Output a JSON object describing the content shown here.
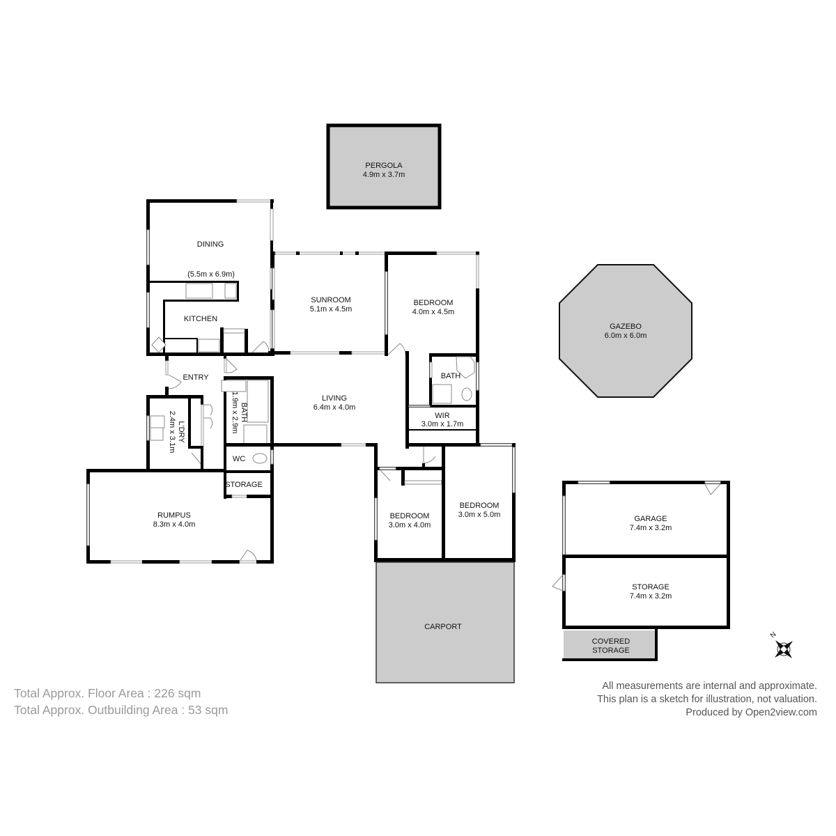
{
  "plan": {
    "rooms": [
      {
        "id": "pergola",
        "name": "PERGOLA",
        "dims": "4.9m x 3.7m"
      },
      {
        "id": "dining",
        "name": "DINING",
        "dims": "(5.5m x 6.9m)"
      },
      {
        "id": "kitchen",
        "name": "KITCHEN",
        "dims": ""
      },
      {
        "id": "sunroom",
        "name": "SUNROOM",
        "dims": "5.1m x 4.5m"
      },
      {
        "id": "bedroom1",
        "name": "BEDROOM",
        "dims": "4.0m x 4.5m"
      },
      {
        "id": "gazebo",
        "name": "GAZEBO",
        "dims": "6.0m x 6.0m"
      },
      {
        "id": "entry",
        "name": "ENTRY",
        "dims": ""
      },
      {
        "id": "bath1",
        "name": "BATH",
        "dims": "1.9m x 2.9m"
      },
      {
        "id": "laundry",
        "name": "L'DRY",
        "dims": "2.4m x 3.1m"
      },
      {
        "id": "living",
        "name": "LIVING",
        "dims": "6.4m x 4.0m"
      },
      {
        "id": "ensuite",
        "name": "BATH",
        "dims": ""
      },
      {
        "id": "wir",
        "name": "WIR",
        "dims": "3.0m x 1.7m"
      },
      {
        "id": "wc",
        "name": "WC",
        "dims": ""
      },
      {
        "id": "storage-small",
        "name": "STORAGE",
        "dims": ""
      },
      {
        "id": "rumpus",
        "name": "RUMPUS",
        "dims": "8.3m x 4.0m"
      },
      {
        "id": "bedroom2",
        "name": "BEDROOM",
        "dims": "3.0m x 4.0m"
      },
      {
        "id": "bedroom3",
        "name": "BEDROOM",
        "dims": "3.0m x 5.0m"
      },
      {
        "id": "carport",
        "name": "CARPORT",
        "dims": ""
      },
      {
        "id": "garage",
        "name": "GARAGE",
        "dims": "7.4m x 3.2m"
      },
      {
        "id": "storage-out",
        "name": "STORAGE",
        "dims": "7.4m x 3.2m"
      },
      {
        "id": "covered-storage",
        "name": "COVERED",
        "dims": "STORAGE"
      }
    ],
    "compass": {
      "label": "N"
    }
  },
  "footer": {
    "floor_area": "Total Approx. Floor Area : 226 sqm",
    "outbuilding_area": "Total Approx. Outbuilding Area : 53 sqm",
    "disclaimer_1": "All measurements are internal and approximate.",
    "disclaimer_2": "This plan is a sketch for illustration, not valuation.",
    "producer": "Produced by Open2view.com"
  },
  "colors": {
    "wall": "#000000",
    "outbuilding_fill": "#cccccc",
    "footer_left_text": "#9a9a9a",
    "footer_right_text": "#555555"
  }
}
